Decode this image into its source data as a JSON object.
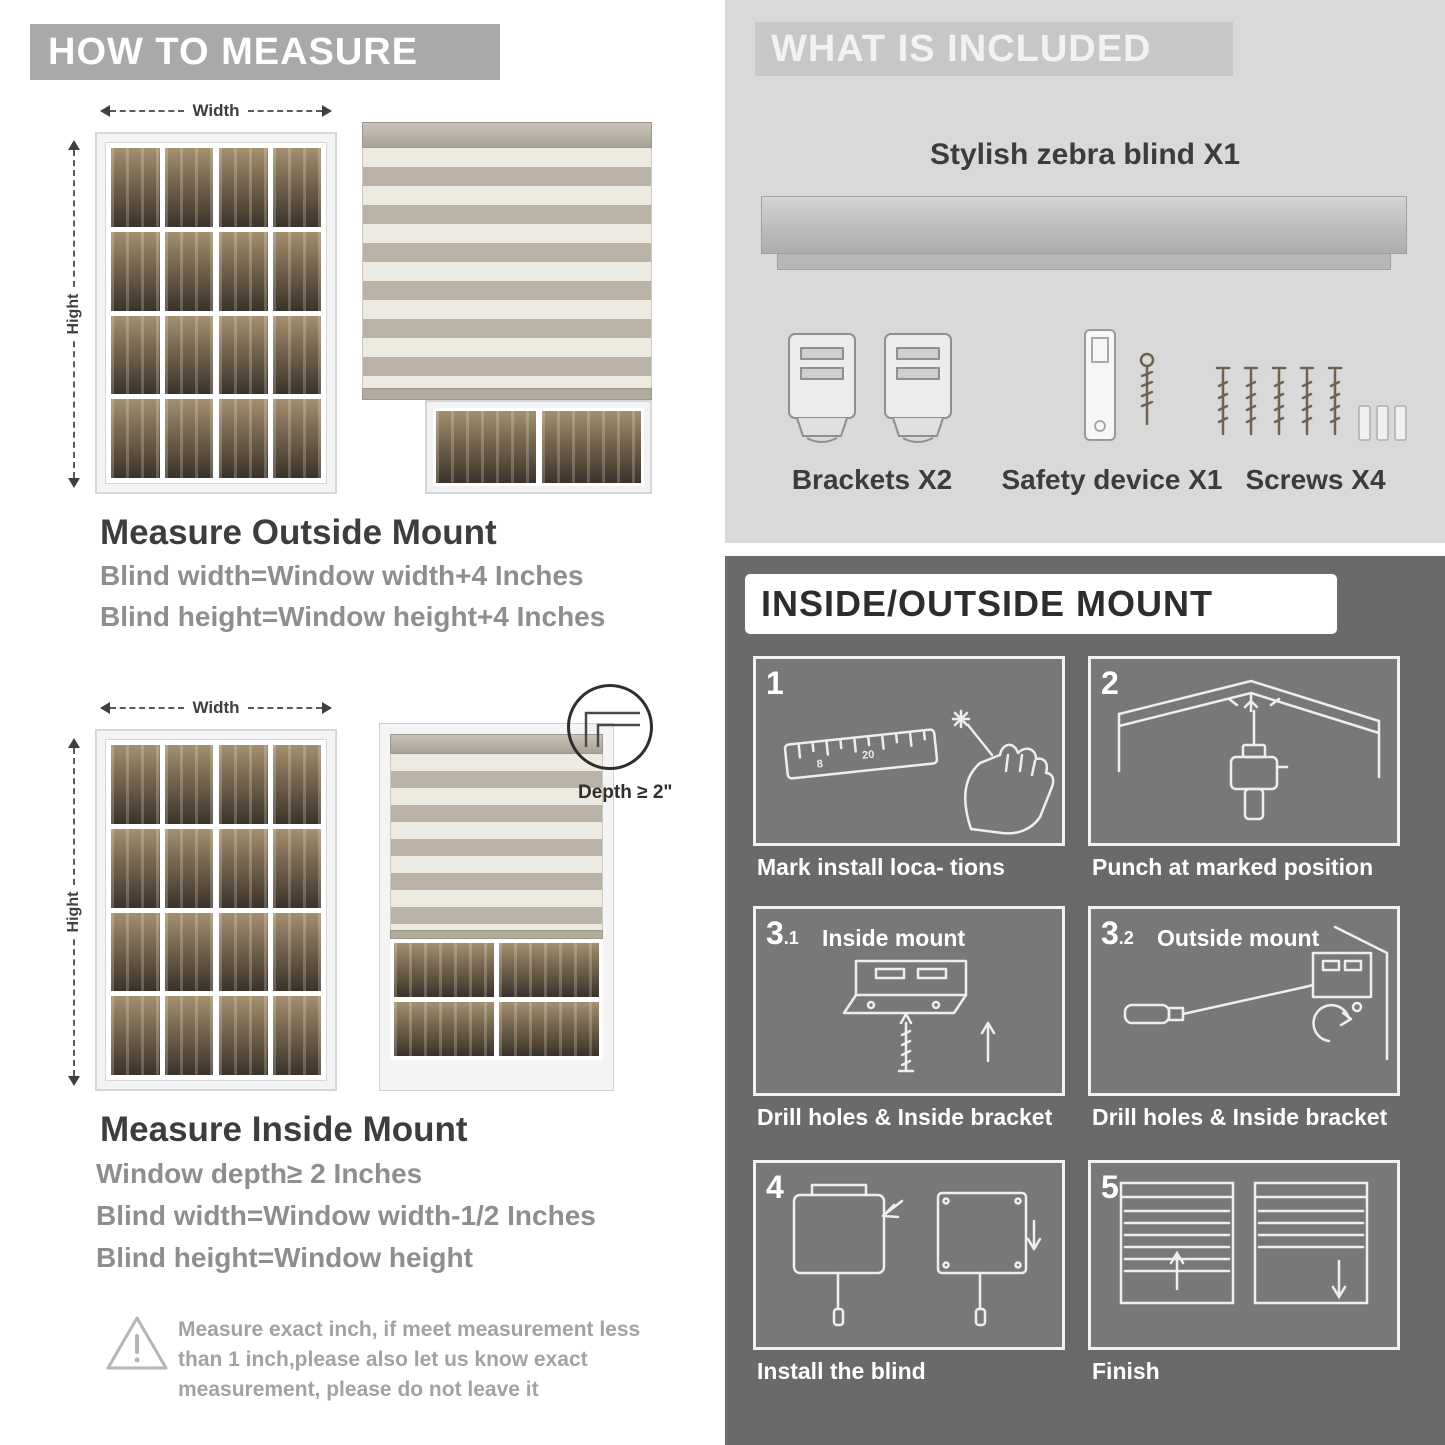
{
  "colors": {
    "left_header_bg": "#a9a9a9",
    "included_bg": "#d9d9d9",
    "included_band_bg": "#c7c7c7",
    "mount_bg": "#6a6a6a",
    "panel_bg": "#787878",
    "title_text": "#3c3c3c",
    "subtext": "#8e8e8e"
  },
  "left": {
    "header": "HOW TO MEASURE",
    "outside": {
      "width_label": "Width",
      "height_label": "Hight",
      "title": "Measure Outside Mount",
      "lines": [
        "Blind width=Window width+4 Inches",
        "Blind height=Window height+4 Inches"
      ]
    },
    "inside": {
      "width_label": "Width",
      "height_label": "Hight",
      "depth_label": "Depth ≥ 2\"",
      "title": "Measure Inside Mount",
      "lines": [
        "Window depth≥ 2 Inches",
        "Blind width=Window width-1/2 Inches",
        "Blind height=Window height"
      ]
    },
    "note_lines": [
      "Measure exact inch, if meet measurement less",
      "than 1 inch,please also let us know exact",
      "measurement, please do not leave it"
    ]
  },
  "right": {
    "included": {
      "header": "WHAT IS INCLUDED",
      "product_label": "Stylish zebra blind X1",
      "items": [
        {
          "label": "Brackets X2"
        },
        {
          "label": "Safety device X1"
        },
        {
          "label": "Screws X4"
        }
      ]
    },
    "mount": {
      "header": "INSIDE/OUTSIDE MOUNT",
      "steps": [
        {
          "num": "1",
          "sub": "",
          "caption": "Mark install loca- tions"
        },
        {
          "num": "2",
          "sub": "",
          "caption": "Punch at  marked position"
        },
        {
          "num": "3",
          "sub": ".1",
          "inner_label": "Inside mount",
          "caption": "Drill holes &  Inside bracket"
        },
        {
          "num": "3",
          "sub": ".2",
          "inner_label": "Outside mount",
          "caption": "Drill holes &  Inside bracket"
        },
        {
          "num": "4",
          "sub": "",
          "caption": "Install the blind"
        },
        {
          "num": "5",
          "sub": "",
          "caption": "Finish"
        }
      ]
    }
  }
}
